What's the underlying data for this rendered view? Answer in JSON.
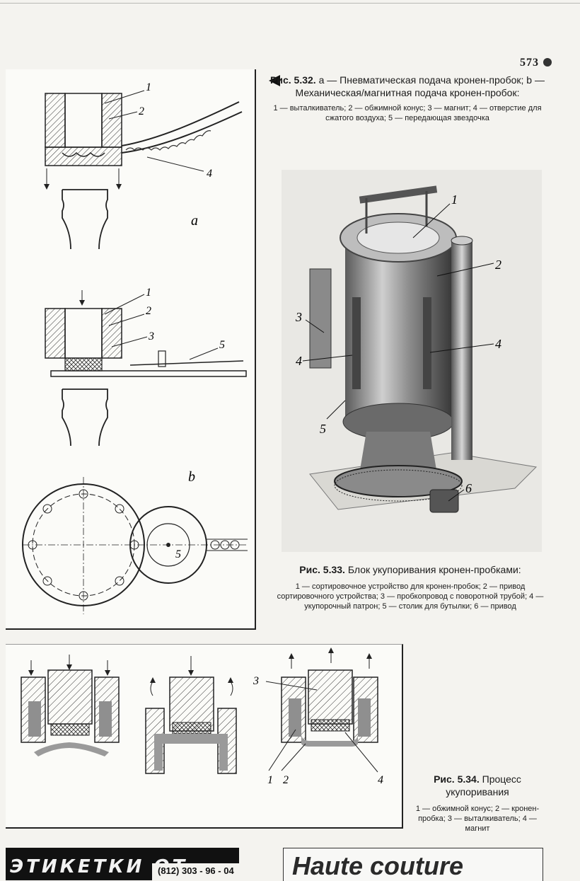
{
  "page_number": "573",
  "fig532": {
    "title_label": "Рис. 5.32.",
    "title_text": "а — Пневматическая подача кронен-пробок; b — Механическая/магнитная подача кронен-пробок:",
    "legend": "1 — выталкиватель; 2 — обжимной конус; 3 — магнит; 4 — отверстие для сжатого воздуха; 5 — передающая звездочка",
    "label_a": "a",
    "label_b": "b",
    "labels_a": [
      "1",
      "2",
      "4"
    ],
    "labels_b": [
      "1",
      "2",
      "3",
      "5",
      "5"
    ]
  },
  "fig533": {
    "title_label": "Рис. 5.33.",
    "title_text": "Блок укупоривания кронен-пробками:",
    "legend": "1 — сортировочное устройство для кронен-пробок; 2 — привод сортировочного устройства; 3 — пробкопровод с поворотной трубой; 4 — укупорочный патрон; 5 — столик для бутылки; 6 — привод",
    "labels": [
      "1",
      "2",
      "3",
      "4",
      "4",
      "5",
      "6"
    ]
  },
  "fig534": {
    "title_label": "Рис. 5.34.",
    "title_text": "Процесс укупоривания",
    "legend": "1 — обжимной конус; 2 — кронен-пробка; 3 — выталкиватель; 4 — магнит",
    "labels": [
      "3",
      "1",
      "2",
      "4"
    ]
  },
  "footer": {
    "left_text": "ЭТИКЕТКИ ОТ",
    "phone": "(812) 303 - 96 - 04",
    "right_text": "Haute couture"
  }
}
